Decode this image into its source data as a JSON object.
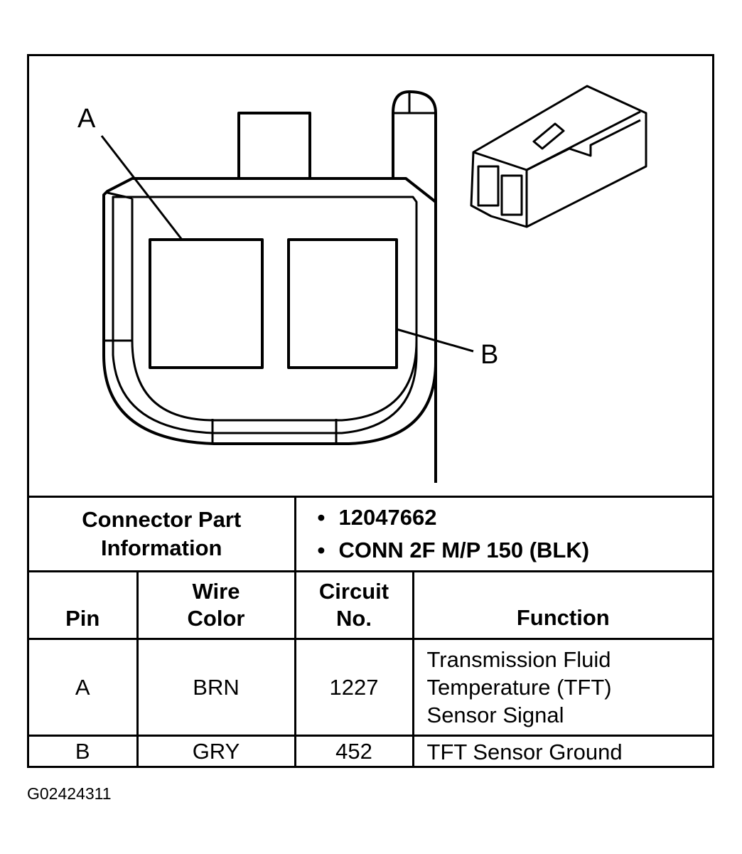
{
  "diagram": {
    "callouts": [
      {
        "id": "A",
        "label": "A"
      },
      {
        "id": "B",
        "label": "B"
      }
    ]
  },
  "connector_info": {
    "label": "Connector Part Information",
    "values": [
      "12047662",
      "CONN 2F M/P 150 (BLK)"
    ]
  },
  "pin_table": {
    "headers": {
      "pin": "Pin",
      "wire_color": [
        "Wire",
        "Color"
      ],
      "circuit": [
        "Circuit",
        "No."
      ],
      "function": "Function"
    },
    "rows": [
      {
        "pin": "A",
        "wire_color": "BRN",
        "circuit": "1227",
        "function": [
          "Transmission Fluid",
          "Temperature (TFT)",
          "Sensor Signal"
        ]
      },
      {
        "pin": "B",
        "wire_color": "GRY",
        "circuit": "452",
        "function": [
          "TFT Sensor Ground"
        ]
      }
    ]
  },
  "image_code": "G02424311"
}
